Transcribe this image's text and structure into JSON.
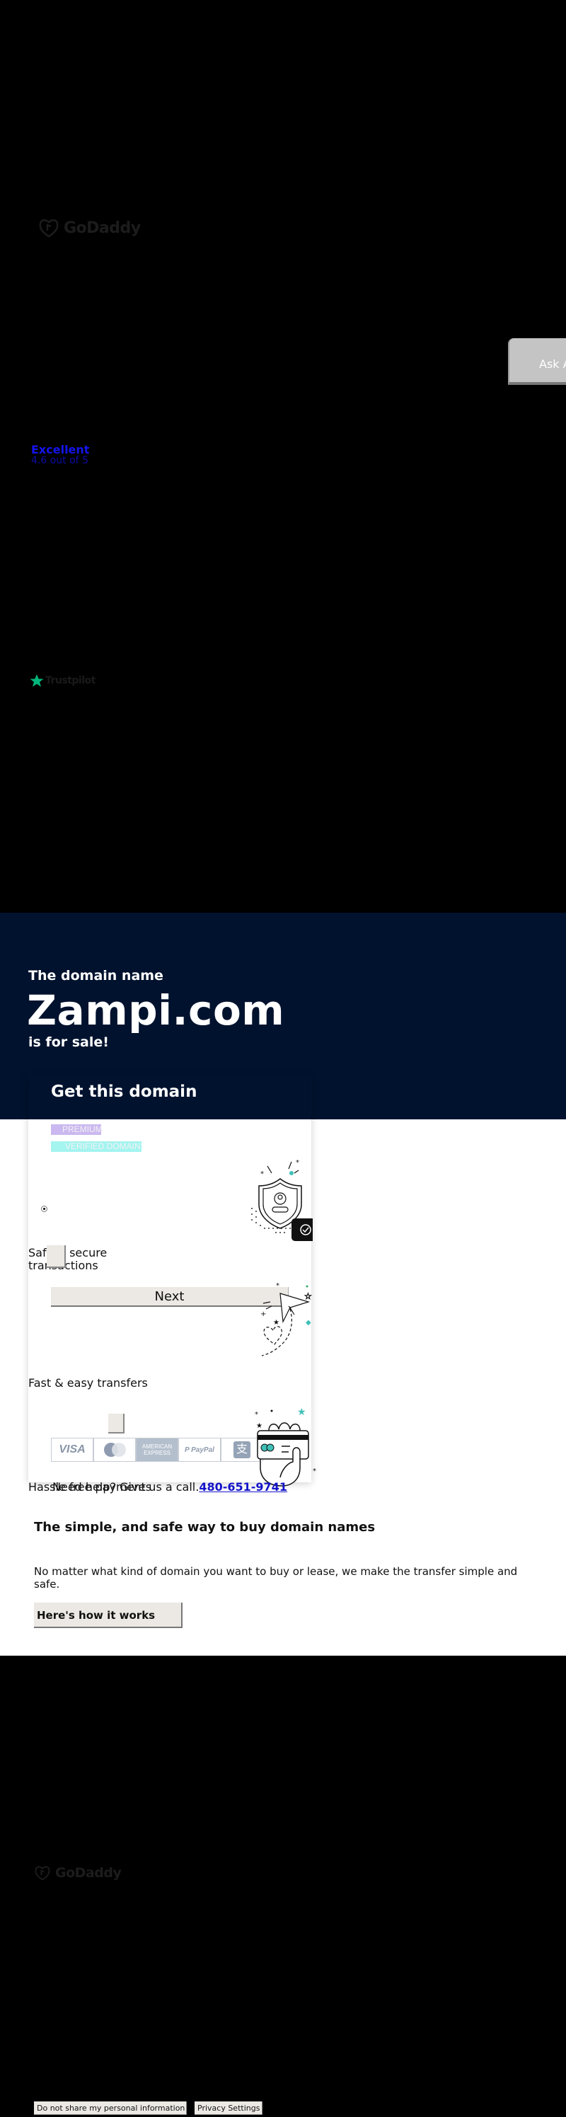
{
  "header": {
    "logo_text": "GoDaddy",
    "ask_button_label": "Ask A"
  },
  "rating": {
    "label": "Excellent",
    "score_text": "4.6 out of 5",
    "provider": "Trustpilot"
  },
  "hero": {
    "pre_title": "The domain name",
    "domain": "Zampi.com",
    "post_title": "is for sale!",
    "background_color": "#00122e"
  },
  "card": {
    "title": "Get this domain",
    "badges": [
      {
        "label": "PREMIUM",
        "color": "#cbb8f0"
      },
      {
        "label": "VERIFIED DOMAIN",
        "color": "#a4f4f0"
      }
    ],
    "features": [
      {
        "label": "Safe & secure transactions",
        "icon": "shield-user-icon"
      },
      {
        "label": "Fast & easy transfers",
        "icon": "paper-plane-icon"
      },
      {
        "label": "Hassle free payments",
        "icon": "hand-card-icon"
      }
    ],
    "next_button_label": "Next",
    "payment_methods": [
      "VISA",
      "Mastercard",
      "AMERICAN EXPRESS",
      "PayPal",
      "Alipay"
    ]
  },
  "help": {
    "text": "Need help? Give us a call.",
    "phone": "480-651-9741"
  },
  "info": {
    "heading": "The simple, and safe way to buy domain names",
    "body": "No matter what kind of domain you want to buy or lease, we make the transfer simple and safe.",
    "button_label": "Here's how it works"
  },
  "footer": {
    "logo_text": "GoDaddy",
    "privacy_buttons": [
      "Do not share my personal information",
      "Privacy Settings"
    ]
  }
}
